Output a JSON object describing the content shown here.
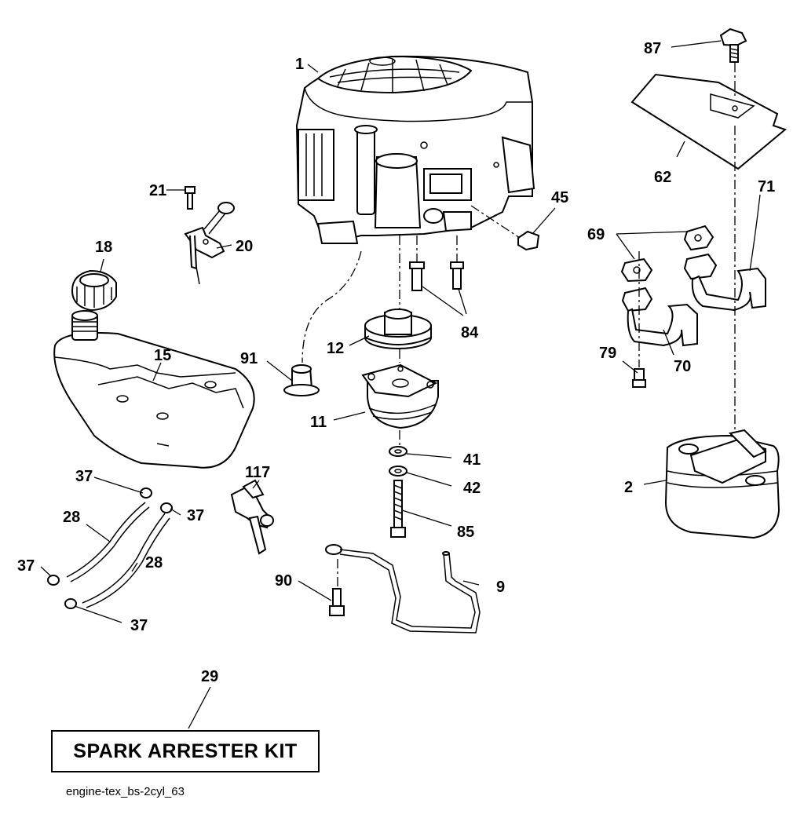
{
  "labels": {
    "p1": "1",
    "p2": "2",
    "p9": "9",
    "p11": "11",
    "p12": "12",
    "p15": "15",
    "p18": "18",
    "p20": "20",
    "p21": "21",
    "p28a": "28",
    "p28b": "28",
    "p29": "29",
    "p37a": "37",
    "p37b": "37",
    "p37c": "37",
    "p37d": "37",
    "p41": "41",
    "p42": "42",
    "p45": "45",
    "p62": "62",
    "p69": "69",
    "p70": "70",
    "p71": "71",
    "p79": "79",
    "p84": "84",
    "p85": "85",
    "p87": "87",
    "p90": "90",
    "p91": "91",
    "p117": "117"
  },
  "kit_label": "SPARK ARRESTER KIT",
  "caption": "engine-tex_bs-2cyl_63",
  "icons": [
    "engine-icon",
    "muffler-icon",
    "fuel-tank-icon",
    "fuel-cap-icon",
    "clutch-icon",
    "pulley-icon",
    "heat-shield-icon",
    "exhaust-pipe-icon",
    "bolt-icon",
    "hose-icon"
  ]
}
